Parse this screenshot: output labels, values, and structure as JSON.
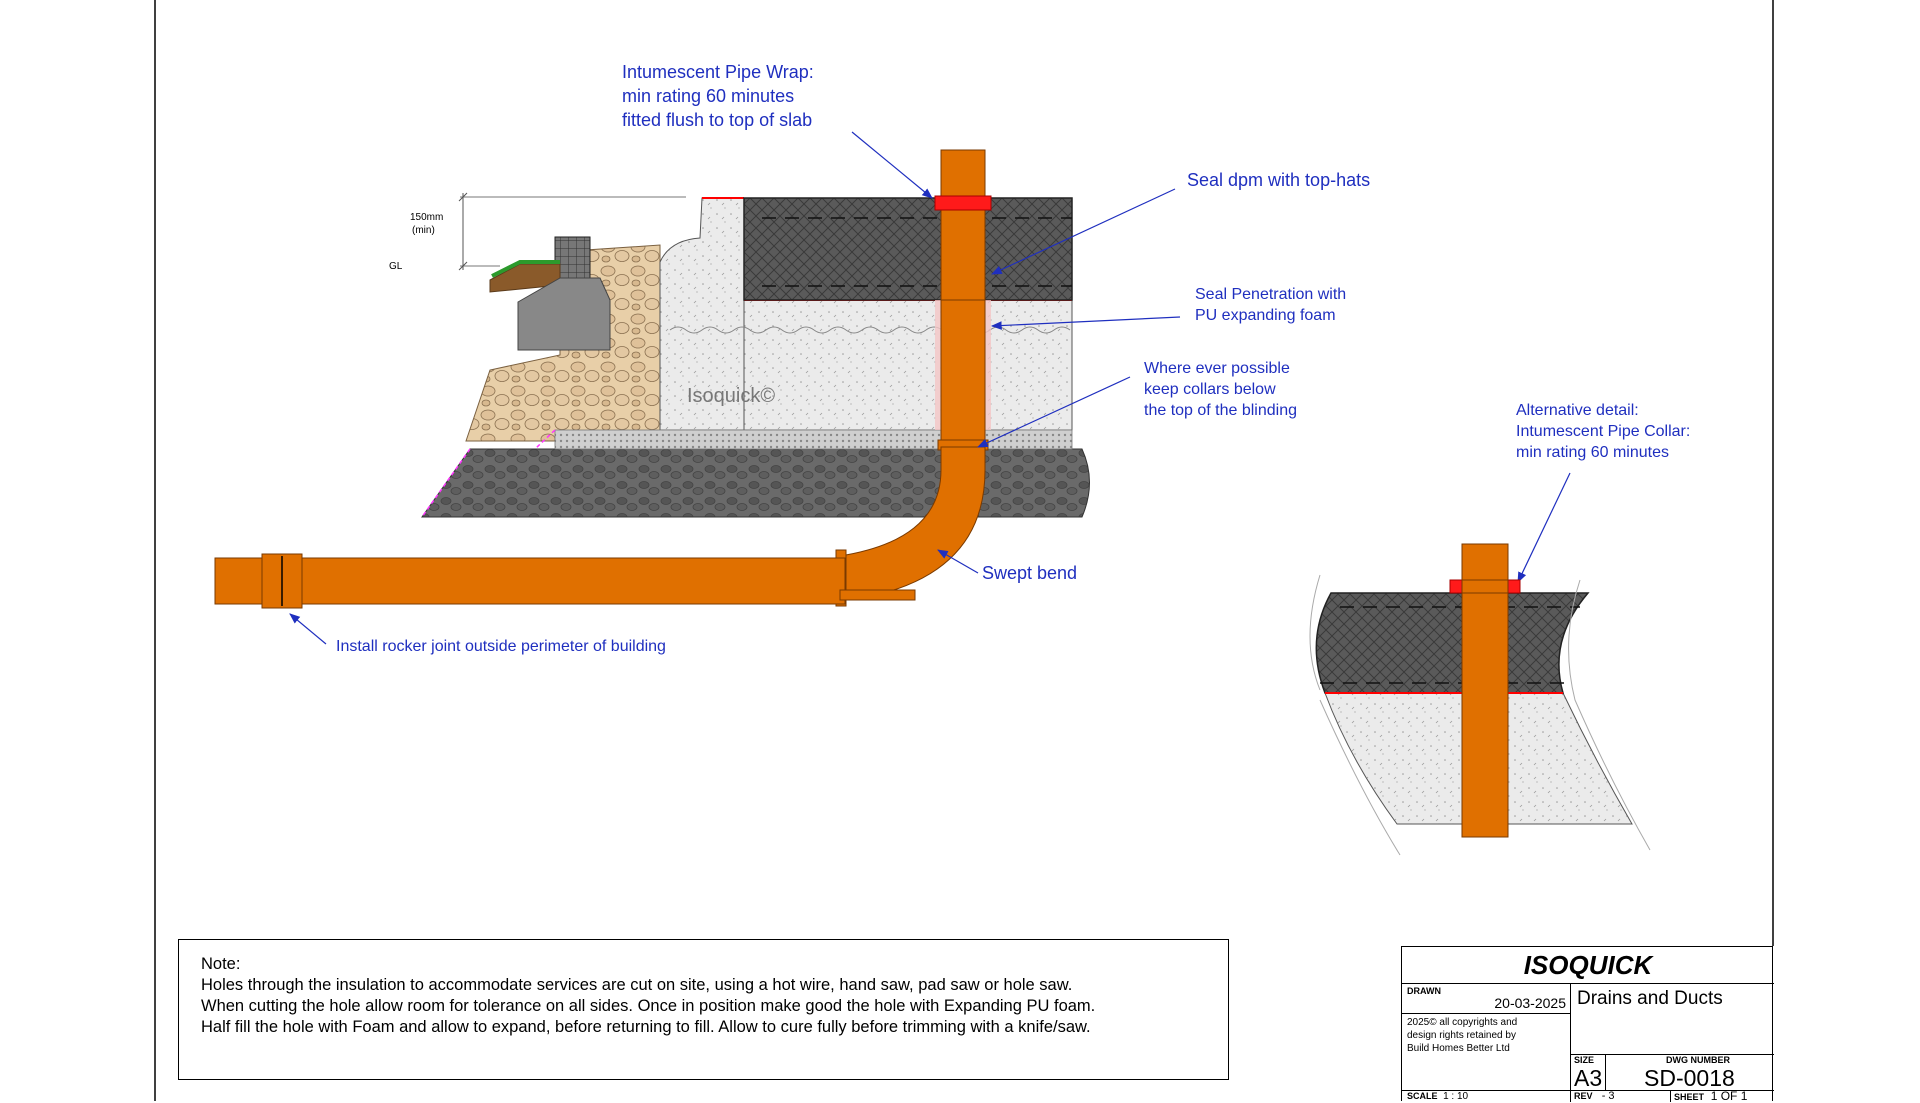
{
  "colors": {
    "pipe": "#e07000",
    "annotation_text": "#1f2fbf",
    "annotation_arrow": "#1f2fbf",
    "insulation": "#e8e8e8",
    "slab": "#555555",
    "dpm": "#ff0000",
    "hardcore": "#606060"
  },
  "annotations": {
    "pipe_wrap": [
      "Intumescent Pipe Wrap:",
      "min rating 60 minutes",
      "fitted flush to top of slab"
    ],
    "seal_dpm": "Seal dpm with top-hats",
    "seal_penetration": [
      "Seal Penetration with",
      "PU expanding foam"
    ],
    "collars": [
      "Where ever possible",
      "keep collars below",
      "the top of the  blinding"
    ],
    "alternative": [
      "Alternative detail:",
      "Intumescent Pipe Collar:",
      "min rating 60 minutes"
    ],
    "swept_bend": "Swept bend",
    "rocker_joint": "Install rocker joint outside perimeter of building",
    "dim_150": [
      "150mm",
      "(min)"
    ],
    "gl": "GL",
    "watermark": "Isoquick©"
  },
  "note": {
    "title": "Note:",
    "lines": [
      "Holes through the insulation to accommodate services are cut on site, using a hot wire, hand saw, pad saw or hole saw.",
      " When cutting the hole allow room for tolerance on all sides. Once in position make good the hole with Expanding PU foam.",
      "Half fill the hole with Foam and allow to expand, before returning to fill. Allow to cure fully before trimming with a knife/saw."
    ]
  },
  "title_block": {
    "company": "ISOQUICK",
    "drawn_label": "DRAWN",
    "drawn_date": "20-03-2025",
    "title": "Drains and Ducts",
    "copyright": [
      "2025© all copyrights and",
      "design rights retained by",
      "Build Homes Better Ltd"
    ],
    "size_label": "SIZE",
    "size": "A3",
    "dwg_label": "DWG NUMBER",
    "dwg_number": "SD-0018",
    "scale_label": "SCALE",
    "scale": "1 : 10",
    "rev_label": "REV",
    "rev": "-   3",
    "sheet_label": "SHEET",
    "sheet": "1 OF 1"
  }
}
